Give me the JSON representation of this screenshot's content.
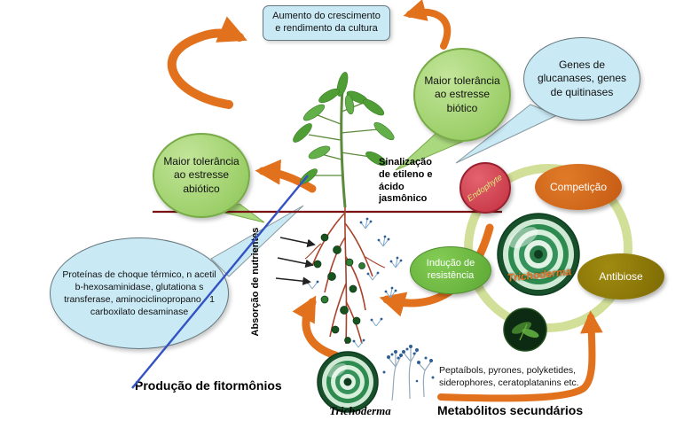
{
  "diagram": {
    "growth_box": "Aumento do crescimento e rendimento da cultura",
    "genes_cloud": "Genes de glucanases, genes de quitinases",
    "biotic_bubble": "Maior tolerância ao estresse biótico",
    "abiotic_bubble": "Maior tolerância ao estresse abiótico",
    "proteins_cloud": "Proteínas de choque térmico, n acetil b-hexosaminidase, glutationa s transferase, aminociclinopropano - 1 carboxilato desaminase",
    "signaling_label": "Sinalização de etileno e ácido jasmônico",
    "endophyte": "Endophyte",
    "competition": "Competição",
    "antibiosis": "Antibiose",
    "resistance": "Indução de resistência",
    "absorption_label": "Absorção de nutrientes",
    "trichoderma_culture_label": "Trichoderma",
    "trichoderma_specimen_label": "Trichoderma",
    "metabolite_list": "Peptaíbols, pyrones, polyketides, siderophores, ceratoplatanins etc.",
    "phytohormones_label": "Produção de fitormônios",
    "secondary_metabolites_label": "Metabólitos secundários"
  },
  "colors": {
    "arrow_orange": "#E2711D",
    "bubble_green": "#A9D87E",
    "cloud_blue": "#C9E9F4",
    "endophyte_red": "#D94452",
    "competition_orange": "#DD6B1E",
    "antibiosis_olive": "#8F7A06",
    "resistance_green": "#6FBC42",
    "cycle_ring": "#CFDD92",
    "baseline_dark_red": "#7B1113",
    "phytohormone_line_blue": "#3353C5"
  }
}
